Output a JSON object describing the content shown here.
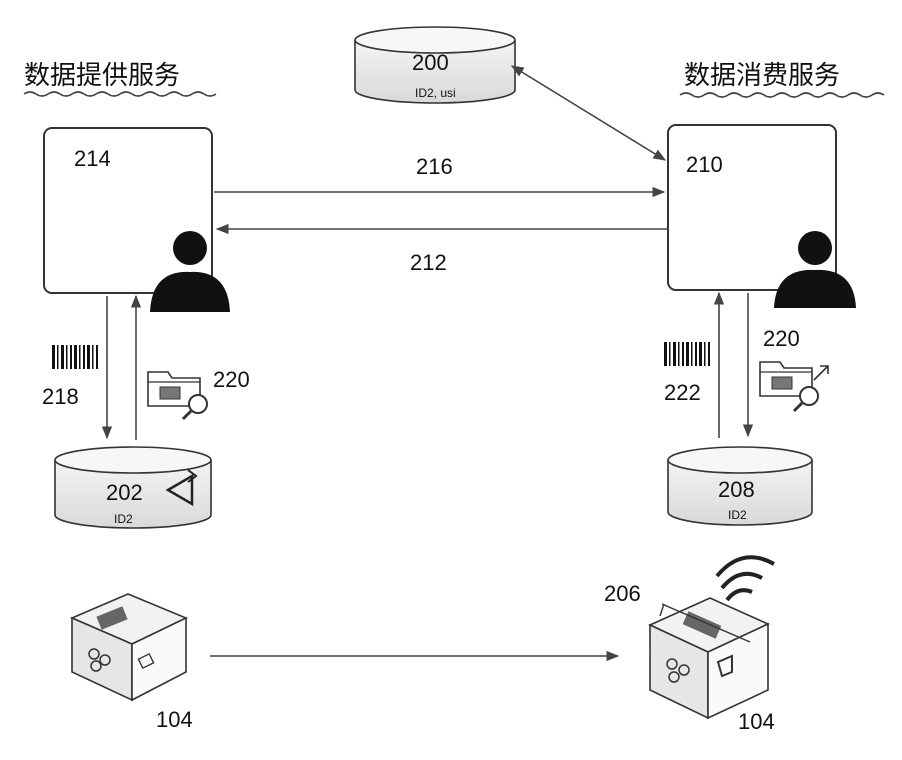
{
  "titles": {
    "provider": "数据提供服务",
    "consumer": "数据消费服务"
  },
  "db_top": {
    "number": "200",
    "sub": "ID2, usi"
  },
  "provider_box": {
    "number": "214"
  },
  "consumer_box": {
    "number": "210"
  },
  "arrows": {
    "forward": "216",
    "back": "212",
    "provider_down": "218",
    "consumer_up": "222"
  },
  "search_labels": {
    "provider": "220",
    "consumer": "220"
  },
  "db_provider": {
    "number": "202",
    "sub": "ID2"
  },
  "db_consumer": {
    "number": "208",
    "sub": "ID2"
  },
  "tag": {
    "number": "206"
  },
  "packages": {
    "left": "104",
    "right": "104"
  },
  "icons": [
    "person-icon",
    "barcode-icon",
    "folder-search-icon",
    "recycle-icon",
    "wireless-icon",
    "package-icon"
  ],
  "colors": {
    "line": "#444444",
    "fill_person": "#111111",
    "box_border": "#333333"
  }
}
